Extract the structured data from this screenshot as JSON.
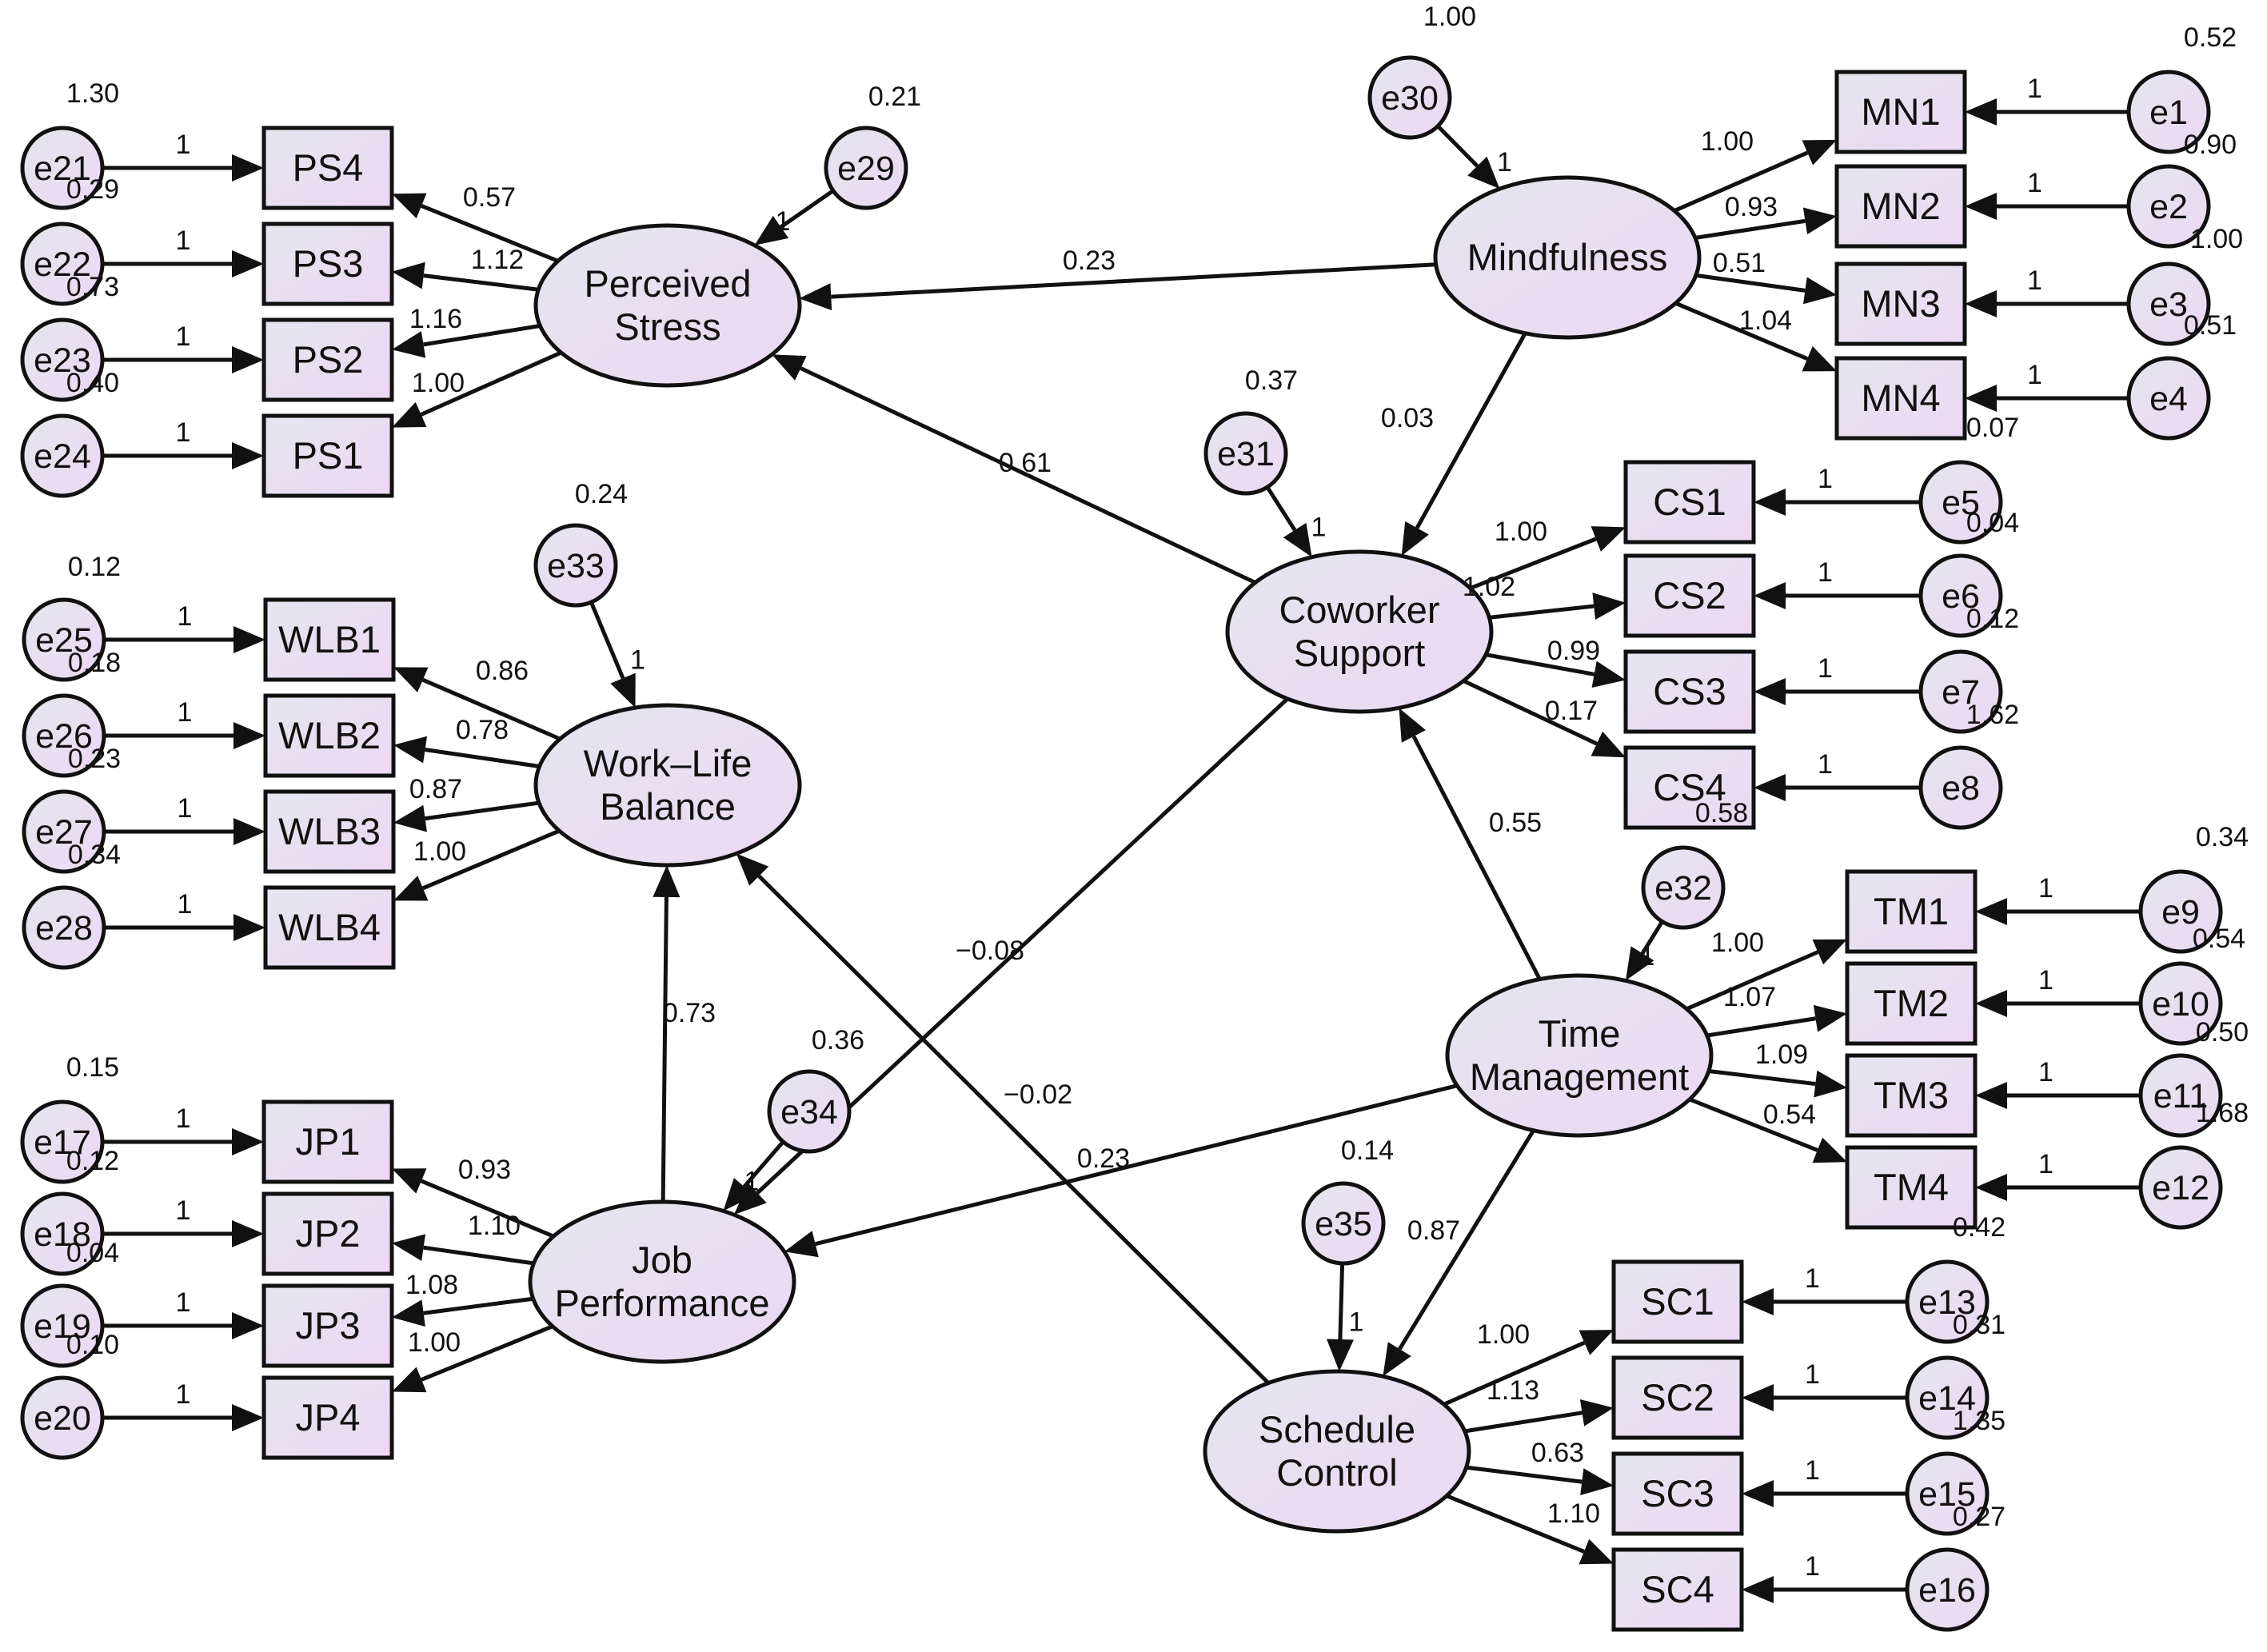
{
  "latents": [
    {
      "id": "PS",
      "lines": [
        "Perceived",
        "Stress"
      ]
    },
    {
      "id": "MN",
      "lines": [
        "Mindfulness"
      ]
    },
    {
      "id": "CS",
      "lines": [
        "Coworker",
        "Support"
      ]
    },
    {
      "id": "WLB",
      "lines": [
        "Work–Life",
        "Balance"
      ]
    },
    {
      "id": "TM",
      "lines": [
        "Time",
        "Management"
      ]
    },
    {
      "id": "JP",
      "lines": [
        "Job",
        "Performance"
      ]
    },
    {
      "id": "SC",
      "lines": [
        "Schedule",
        "Control"
      ]
    }
  ],
  "indicators": [
    {
      "id": "PS4",
      "label": "PS4"
    },
    {
      "id": "PS3",
      "label": "PS3"
    },
    {
      "id": "PS2",
      "label": "PS2"
    },
    {
      "id": "PS1",
      "label": "PS1"
    },
    {
      "id": "WLB1",
      "label": "WLB1"
    },
    {
      "id": "WLB2",
      "label": "WLB2"
    },
    {
      "id": "WLB3",
      "label": "WLB3"
    },
    {
      "id": "WLB4",
      "label": "WLB4"
    },
    {
      "id": "JP1",
      "label": "JP1"
    },
    {
      "id": "JP2",
      "label": "JP2"
    },
    {
      "id": "JP3",
      "label": "JP3"
    },
    {
      "id": "JP4",
      "label": "JP4"
    },
    {
      "id": "MN1",
      "label": "MN1"
    },
    {
      "id": "MN2",
      "label": "MN2"
    },
    {
      "id": "MN3",
      "label": "MN3"
    },
    {
      "id": "MN4",
      "label": "MN4"
    },
    {
      "id": "CS1",
      "label": "CS1"
    },
    {
      "id": "CS2",
      "label": "CS2"
    },
    {
      "id": "CS3",
      "label": "CS3"
    },
    {
      "id": "CS4",
      "label": "CS4"
    },
    {
      "id": "TM1",
      "label": "TM1"
    },
    {
      "id": "TM2",
      "label": "TM2"
    },
    {
      "id": "TM3",
      "label": "TM3"
    },
    {
      "id": "TM4",
      "label": "TM4"
    },
    {
      "id": "SC1",
      "label": "SC1"
    },
    {
      "id": "SC2",
      "label": "SC2"
    },
    {
      "id": "SC3",
      "label": "SC3"
    },
    {
      "id": "SC4",
      "label": "SC4"
    }
  ],
  "errors": [
    {
      "id": "e1",
      "variance": "0.52"
    },
    {
      "id": "e2",
      "variance": "0.90"
    },
    {
      "id": "e3",
      "variance": "1.00"
    },
    {
      "id": "e4",
      "variance": "0.51"
    },
    {
      "id": "e5",
      "variance": "0.07"
    },
    {
      "id": "e6",
      "variance": "0.04"
    },
    {
      "id": "e7",
      "variance": "0.12"
    },
    {
      "id": "e8",
      "variance": "1.62"
    },
    {
      "id": "e9",
      "variance": "0.34"
    },
    {
      "id": "e10",
      "variance": "0.54"
    },
    {
      "id": "e11",
      "variance": "0.50"
    },
    {
      "id": "e12",
      "variance": "1.68"
    },
    {
      "id": "e13",
      "variance": "0.42"
    },
    {
      "id": "e14",
      "variance": "0.31"
    },
    {
      "id": "e15",
      "variance": "1.35"
    },
    {
      "id": "e16",
      "variance": "0.27"
    },
    {
      "id": "e17",
      "variance": "0.15"
    },
    {
      "id": "e18",
      "variance": "0.12"
    },
    {
      "id": "e19",
      "variance": "0.04"
    },
    {
      "id": "e20",
      "variance": "0.10"
    },
    {
      "id": "e21",
      "variance": "1.30"
    },
    {
      "id": "e22",
      "variance": "0.29"
    },
    {
      "id": "e23",
      "variance": "0.73"
    },
    {
      "id": "e24",
      "variance": "0.40"
    },
    {
      "id": "e25",
      "variance": "0.12"
    },
    {
      "id": "e26",
      "variance": "0.18"
    },
    {
      "id": "e27",
      "variance": "0.23"
    },
    {
      "id": "e28",
      "variance": "0.34"
    },
    {
      "id": "e29",
      "variance": "0.21"
    },
    {
      "id": "e30",
      "variance": "1.00"
    },
    {
      "id": "e31",
      "variance": "0.37"
    },
    {
      "id": "e32",
      "variance": "0.58"
    },
    {
      "id": "e33",
      "variance": "0.24"
    },
    {
      "id": "e34",
      "variance": "0.36"
    },
    {
      "id": "e35",
      "variance": "0.14"
    }
  ],
  "loadings": [
    {
      "from": "PS",
      "to": "PS4",
      "value": "0.57"
    },
    {
      "from": "PS",
      "to": "PS3",
      "value": "1.12"
    },
    {
      "from": "PS",
      "to": "PS2",
      "value": "1.16"
    },
    {
      "from": "PS",
      "to": "PS1",
      "value": "1.00"
    },
    {
      "from": "WLB",
      "to": "WLB1",
      "value": "0.86"
    },
    {
      "from": "WLB",
      "to": "WLB2",
      "value": "0.78"
    },
    {
      "from": "WLB",
      "to": "WLB3",
      "value": "0.87"
    },
    {
      "from": "WLB",
      "to": "WLB4",
      "value": "1.00"
    },
    {
      "from": "JP",
      "to": "JP1",
      "value": "0.93"
    },
    {
      "from": "JP",
      "to": "JP2",
      "value": "1.10"
    },
    {
      "from": "JP",
      "to": "JP3",
      "value": "1.08"
    },
    {
      "from": "JP",
      "to": "JP4",
      "value": "1.00"
    },
    {
      "from": "MN",
      "to": "MN1",
      "value": "1.00"
    },
    {
      "from": "MN",
      "to": "MN2",
      "value": "0.93"
    },
    {
      "from": "MN",
      "to": "MN3",
      "value": "0.51"
    },
    {
      "from": "MN",
      "to": "MN4",
      "value": "1.04"
    },
    {
      "from": "CS",
      "to": "CS1",
      "value": "1.00"
    },
    {
      "from": "CS",
      "to": "CS2",
      "value": "1.02"
    },
    {
      "from": "CS",
      "to": "CS3",
      "value": "0.99"
    },
    {
      "from": "CS",
      "to": "CS4",
      "value": "0.17"
    },
    {
      "from": "TM",
      "to": "TM1",
      "value": "1.00"
    },
    {
      "from": "TM",
      "to": "TM2",
      "value": "1.07"
    },
    {
      "from": "TM",
      "to": "TM3",
      "value": "1.09"
    },
    {
      "from": "TM",
      "to": "TM4",
      "value": "0.54"
    },
    {
      "from": "SC",
      "to": "SC1",
      "value": "1.00"
    },
    {
      "from": "SC",
      "to": "SC2",
      "value": "1.13"
    },
    {
      "from": "SC",
      "to": "SC3",
      "value": "0.63"
    },
    {
      "from": "SC",
      "to": "SC4",
      "value": "1.10"
    }
  ],
  "error_paths": [
    {
      "from": "e1",
      "to": "MN1",
      "value": "1"
    },
    {
      "from": "e2",
      "to": "MN2",
      "value": "1"
    },
    {
      "from": "e3",
      "to": "MN3",
      "value": "1"
    },
    {
      "from": "e4",
      "to": "MN4",
      "value": "1"
    },
    {
      "from": "e5",
      "to": "CS1",
      "value": "1"
    },
    {
      "from": "e6",
      "to": "CS2",
      "value": "1"
    },
    {
      "from": "e7",
      "to": "CS3",
      "value": "1"
    },
    {
      "from": "e8",
      "to": "CS4",
      "value": "1"
    },
    {
      "from": "e9",
      "to": "TM1",
      "value": "1"
    },
    {
      "from": "e10",
      "to": "TM2",
      "value": "1"
    },
    {
      "from": "e11",
      "to": "TM3",
      "value": "1"
    },
    {
      "from": "e12",
      "to": "TM4",
      "value": "1"
    },
    {
      "from": "e13",
      "to": "SC1",
      "value": "1"
    },
    {
      "from": "e14",
      "to": "SC2",
      "value": "1"
    },
    {
      "from": "e15",
      "to": "SC3",
      "value": "1"
    },
    {
      "from": "e16",
      "to": "SC4",
      "value": "1"
    },
    {
      "from": "e17",
      "to": "JP1",
      "value": "1"
    },
    {
      "from": "e18",
      "to": "JP2",
      "value": "1"
    },
    {
      "from": "e19",
      "to": "JP3",
      "value": "1"
    },
    {
      "from": "e20",
      "to": "JP4",
      "value": "1"
    },
    {
      "from": "e21",
      "to": "PS4",
      "value": "1"
    },
    {
      "from": "e22",
      "to": "PS3",
      "value": "1"
    },
    {
      "from": "e23",
      "to": "PS2",
      "value": "1"
    },
    {
      "from": "e24",
      "to": "PS1",
      "value": "1"
    },
    {
      "from": "e25",
      "to": "WLB1",
      "value": "1"
    },
    {
      "from": "e26",
      "to": "WLB2",
      "value": "1"
    },
    {
      "from": "e27",
      "to": "WLB3",
      "value": "1"
    },
    {
      "from": "e28",
      "to": "WLB4",
      "value": "1"
    },
    {
      "from": "e29",
      "to": "PS",
      "value": "1"
    },
    {
      "from": "e30",
      "to": "MN",
      "value": "1"
    },
    {
      "from": "e31",
      "to": "CS",
      "value": "1"
    },
    {
      "from": "e32",
      "to": "TM",
      "value": "1"
    },
    {
      "from": "e33",
      "to": "WLB",
      "value": "1"
    },
    {
      "from": "e34",
      "to": "JP",
      "value": "1"
    },
    {
      "from": "e35",
      "to": "SC",
      "value": "1"
    }
  ],
  "structural_paths": [
    {
      "from": "MN",
      "to": "PS",
      "value": "0.23"
    },
    {
      "from": "MN",
      "to": "CS",
      "value": "0.03"
    },
    {
      "from": "CS",
      "to": "PS",
      "value": "0.61"
    },
    {
      "from": "CS",
      "to": "JP",
      "value": "−0.08"
    },
    {
      "from": "TM",
      "to": "CS",
      "value": "0.55"
    },
    {
      "from": "TM",
      "to": "JP",
      "value": "0.23"
    },
    {
      "from": "TM",
      "to": "SC",
      "value": "0.87"
    },
    {
      "from": "SC",
      "to": "WLB",
      "value": "−0.02"
    },
    {
      "from": "JP",
      "to": "WLB",
      "value": "0.73"
    }
  ],
  "colors": {
    "fill_light": "#e4e6f0",
    "fill_accent": "#ecd8f2",
    "stroke": "#111111"
  }
}
